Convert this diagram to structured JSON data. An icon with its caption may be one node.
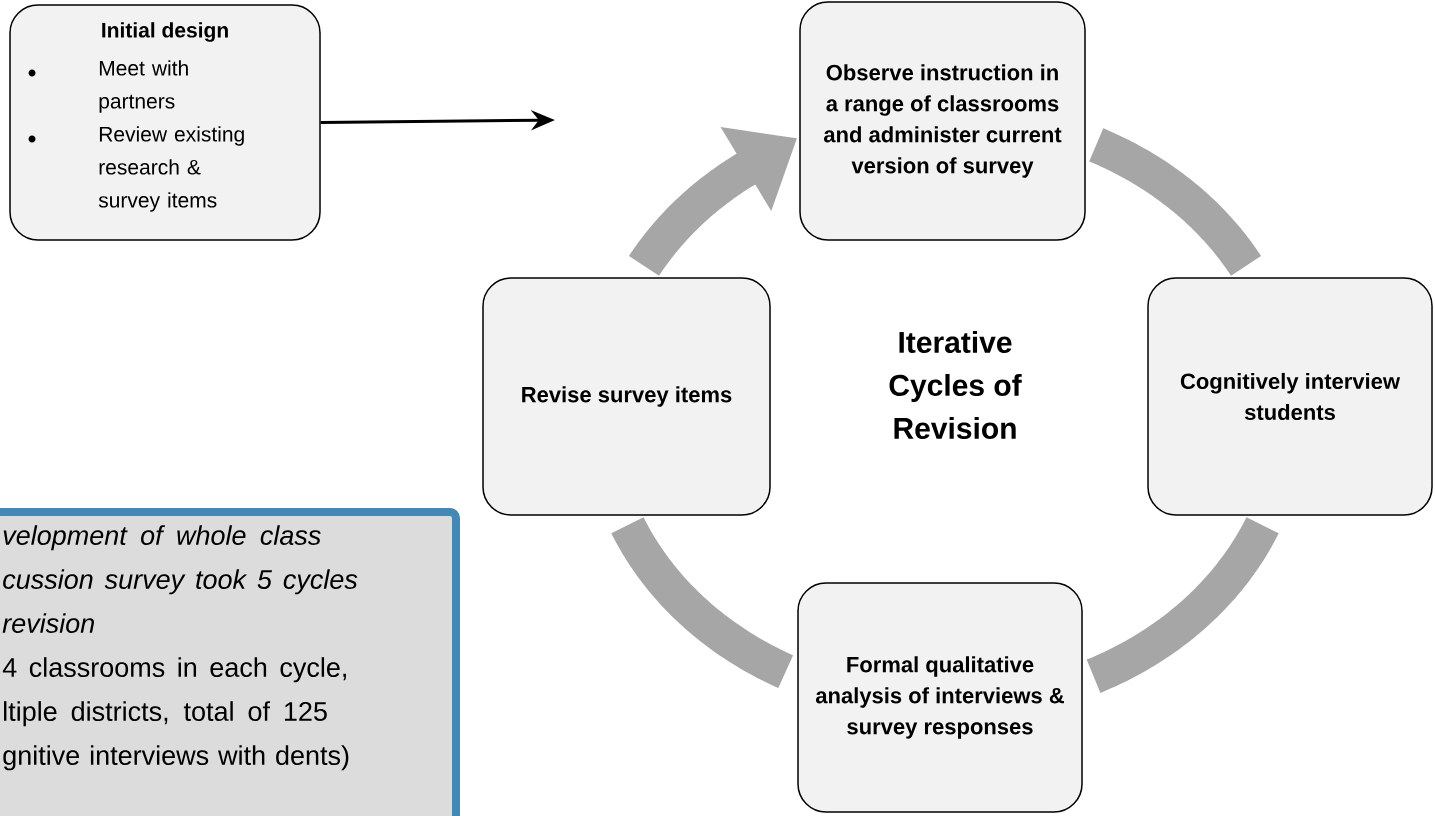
{
  "diagram": {
    "nodes": [
      {
        "text": [
          "Initial design",
          "Meet with partners",
          "Review existing research & survey items"
        ]
      },
      {
        "text": [
          "Observe instruction in a range of classrooms and administer current version of survey"
        ]
      },
      {
        "text": [
          "Cognitively interview students"
        ]
      },
      {
        "text": [
          "Formal qualitative analysis of interviews & survey responses"
        ]
      },
      {
        "text": [
          "Revise survey items"
        ]
      },
      {
        "text": [
          "velopment of whole class cussion survey took 5 cycles revision",
          "4 classrooms in each cycle, ltiple districts,  total of 125 gnitive interviews with dents)"
        ]
      }
    ],
    "edges": [
      {
        "from": 0,
        "to": null,
        "arrow": "to",
        "color": "#000000"
      },
      {
        "from": 1,
        "to": 2,
        "arrow": "none"
      },
      {
        "from": 2,
        "to": 3,
        "arrow": "none"
      },
      {
        "from": 3,
        "to": 4,
        "arrow": "none"
      },
      {
        "from": 4,
        "to": 1,
        "arrow": "to"
      }
    ],
    "labels": [
      "Iterative Cycles of Revision"
    ]
  }
}
